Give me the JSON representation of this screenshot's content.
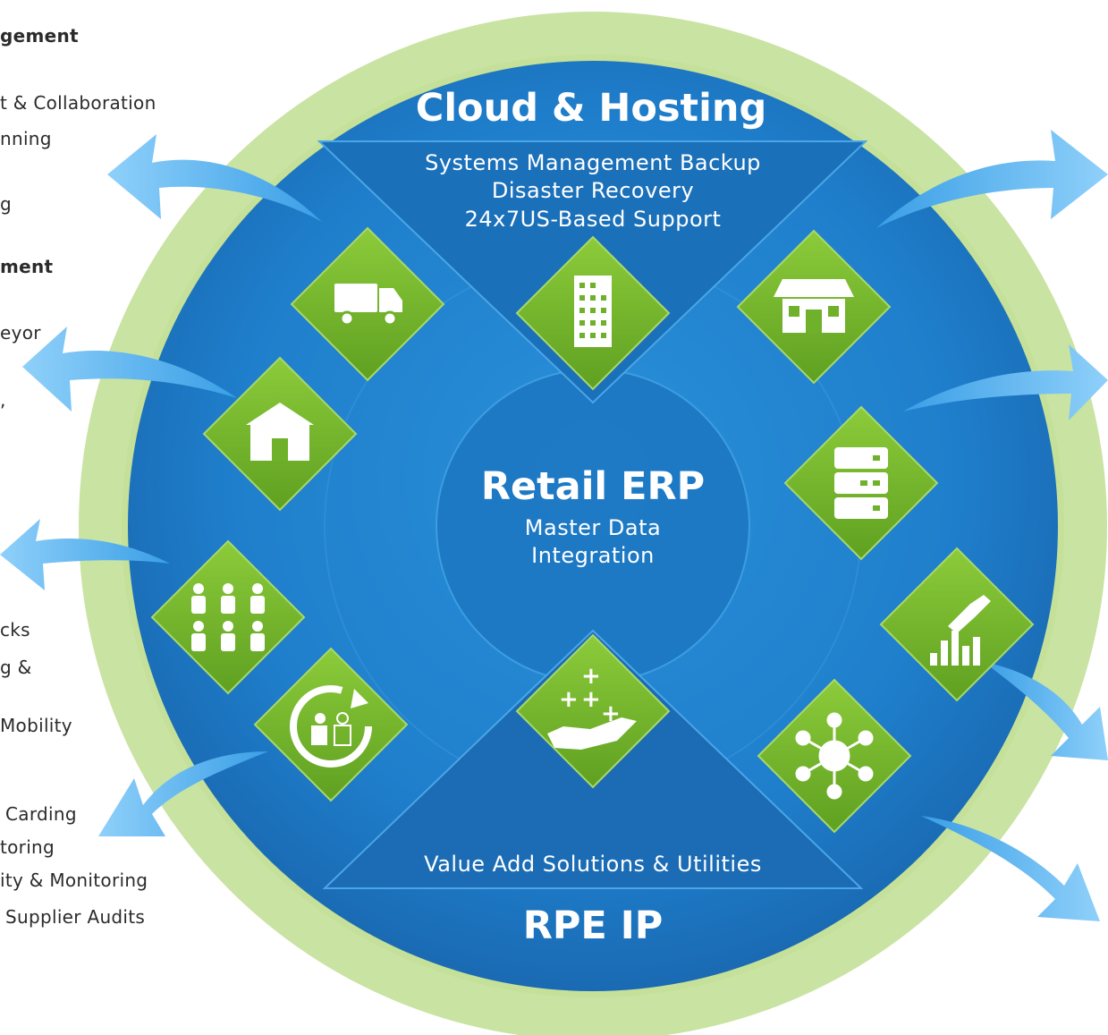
{
  "top_section": {
    "title": "Cloud & Hosting",
    "lines": [
      "Systems Management Backup",
      "Disaster Recovery",
      "24x7US-Based  Support"
    ]
  },
  "center": {
    "title": "Retail ERP",
    "lines": [
      "Master Data",
      "Integration"
    ]
  },
  "bottom_section": {
    "subtitle": "Value Add Solutions & Utilities",
    "title": "RPE IP"
  },
  "left_fragments": [
    "gement",
    "t & Collaboration",
    "nning",
    "g",
    "ment",
    "eyor",
    ",",
    "cks",
    "g &",
    "Mobility",
    "Carding",
    "toring",
    "ity & Monitoring",
    "Supplier Audits"
  ],
  "icons": [
    "truck-icon",
    "warehouse-icon",
    "team-icon",
    "consulting-cycle-icon",
    "building-icon",
    "storefront-icon",
    "server-icon",
    "analytics-hand-icon",
    "network-hub-icon",
    "value-add-hand-icon"
  ],
  "colors": {
    "outer_ring": "#c9e3a2",
    "circle_blue": "#1f7fcc",
    "triangle_blue": "#1a6fb8",
    "diamond_green": "#7dbb2e",
    "arrow_blue": "#5ab4ee",
    "text_dark": "#2b2b2b"
  }
}
